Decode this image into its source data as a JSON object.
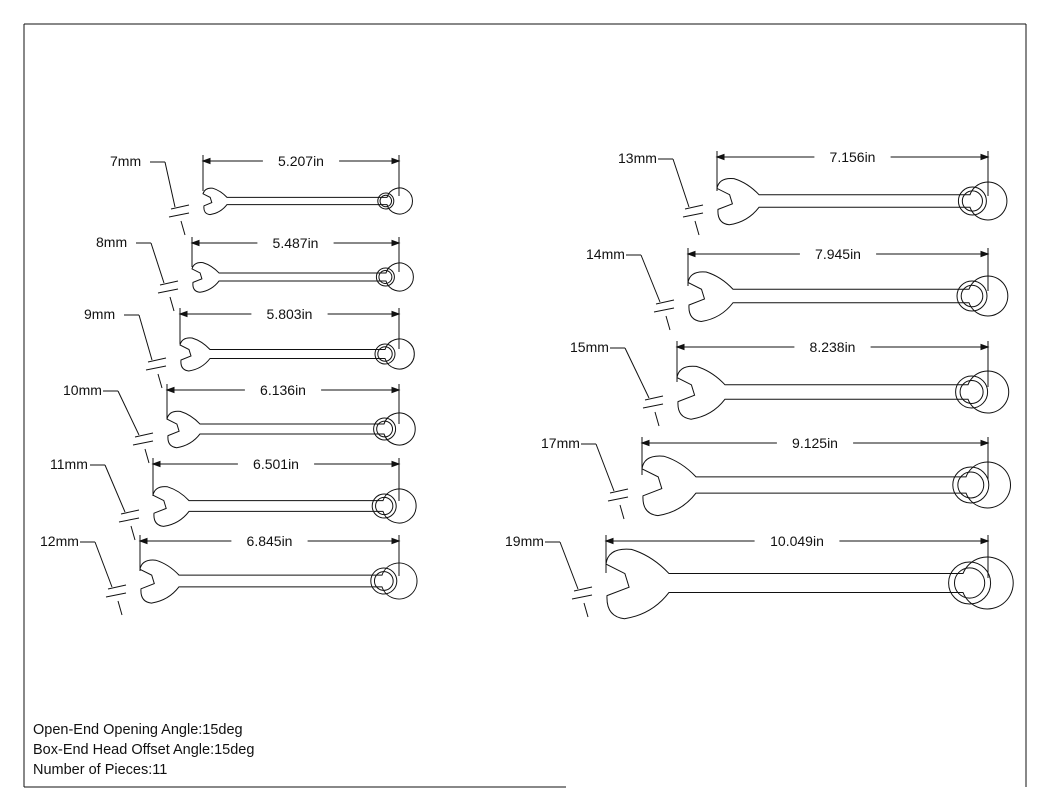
{
  "wrenches": [
    {
      "size": "7mm",
      "length": "5.207in"
    },
    {
      "size": "8mm",
      "length": "5.487in"
    },
    {
      "size": "9mm",
      "length": "5.803in"
    },
    {
      "size": "10mm",
      "length": "6.136in"
    },
    {
      "size": "11mm",
      "length": "6.501in"
    },
    {
      "size": "12mm",
      "length": "6.845in"
    },
    {
      "size": "13mm",
      "length": "7.156in"
    },
    {
      "size": "14mm",
      "length": "7.945in"
    },
    {
      "size": "15mm",
      "length": "8.238in"
    },
    {
      "size": "17mm",
      "length": "9.125in"
    },
    {
      "size": "19mm",
      "length": "10.049in"
    }
  ],
  "notes": {
    "opening_angle": "Open-End Opening Angle:15deg",
    "offset_angle": "Box-End Head Offset Angle:15deg",
    "pieces": "Number of Pieces:11"
  }
}
